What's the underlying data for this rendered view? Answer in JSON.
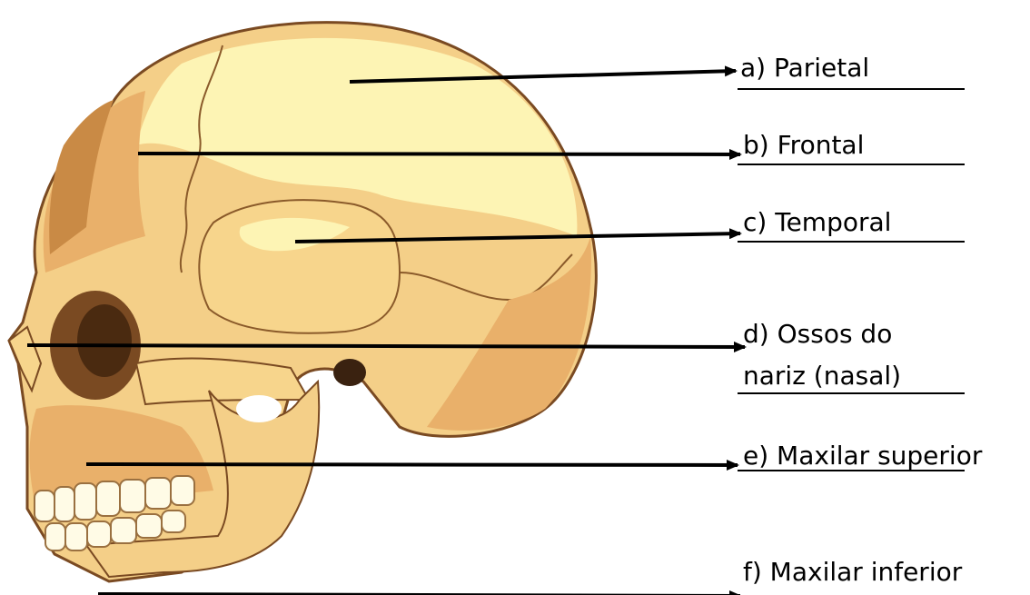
{
  "labels": {
    "a": "a) Parietal",
    "b": "b) Frontal",
    "c": "c) Temporal",
    "d_line1": "d) Ossos do",
    "d_line2": "nariz (nasal)",
    "e": "e) Maxilar superior",
    "f": "f) Maxilar inferior"
  },
  "colors": {
    "bone_light": "#fdf4b4",
    "bone_mid": "#f7d58c",
    "bone_tan": "#e9b06a",
    "bone_shadow": "#c98a45",
    "bone_dark": "#7a4a22",
    "teeth": "#fffbe6",
    "arrow": "#000000"
  }
}
